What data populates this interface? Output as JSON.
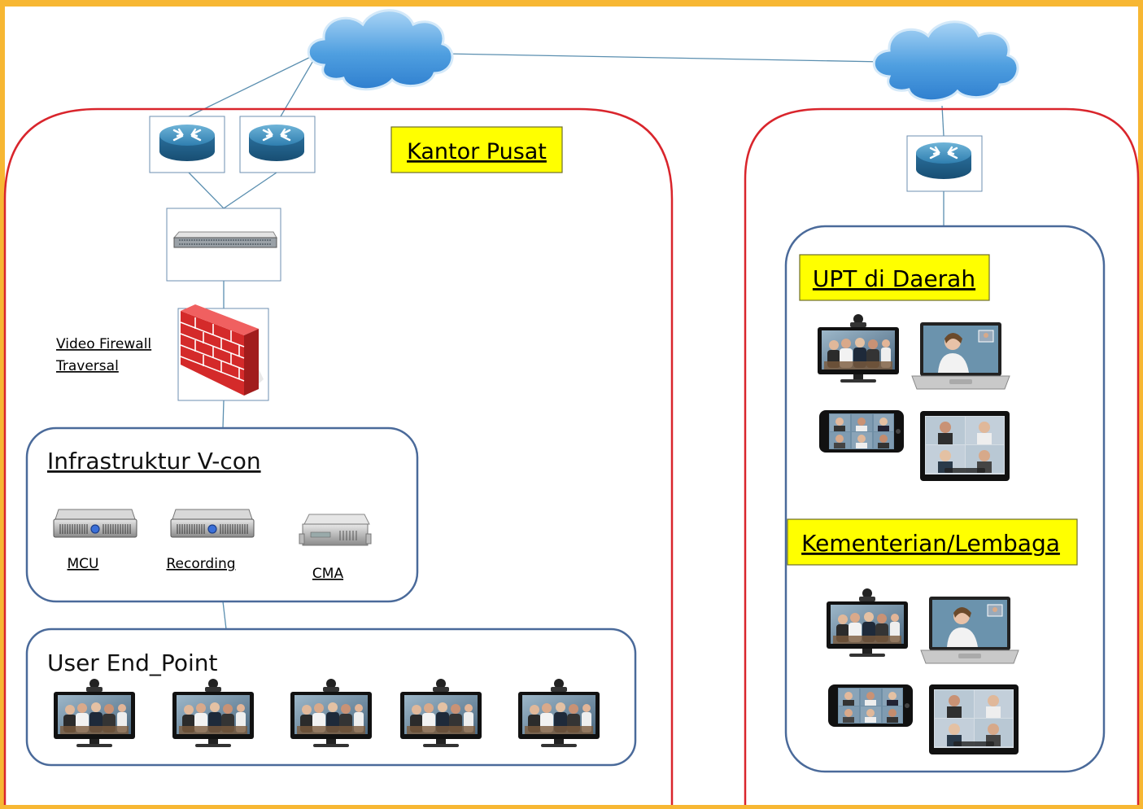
{
  "diagram": {
    "colors": {
      "frame": "#f7b733",
      "background": "#ffffff",
      "site_border": "#d9252c",
      "group_border": "#4a6a9a",
      "label_fill": "#ffff00",
      "connector": "#5b8fb0"
    },
    "sites": {
      "head_office": {
        "label": "Kantor Pusat",
        "firewall_label_line1": "Video Firewall",
        "firewall_label_line2": "Traversal",
        "infrastructure": {
          "title": "Infrastruktur V-con",
          "servers": [
            {
              "label": "MCU",
              "icon": "rack-server-icon"
            },
            {
              "label": "Recording",
              "icon": "rack-server-icon"
            },
            {
              "label": "CMA",
              "icon": "server-icon"
            }
          ]
        },
        "endpoints": {
          "title": "User End_Point",
          "count": 5,
          "icon": "video-conference-tv-icon"
        }
      },
      "remote": {
        "groups": [
          {
            "label": "UPT di Daerah",
            "devices": [
              "video-conference-tv-icon",
              "laptop-icon",
              "smartphone-icon",
              "tablet-icon"
            ]
          },
          {
            "label": "Kementerian/Lembaga",
            "devices": [
              "video-conference-tv-icon",
              "laptop-icon",
              "smartphone-icon",
              "tablet-icon"
            ]
          }
        ]
      }
    }
  }
}
